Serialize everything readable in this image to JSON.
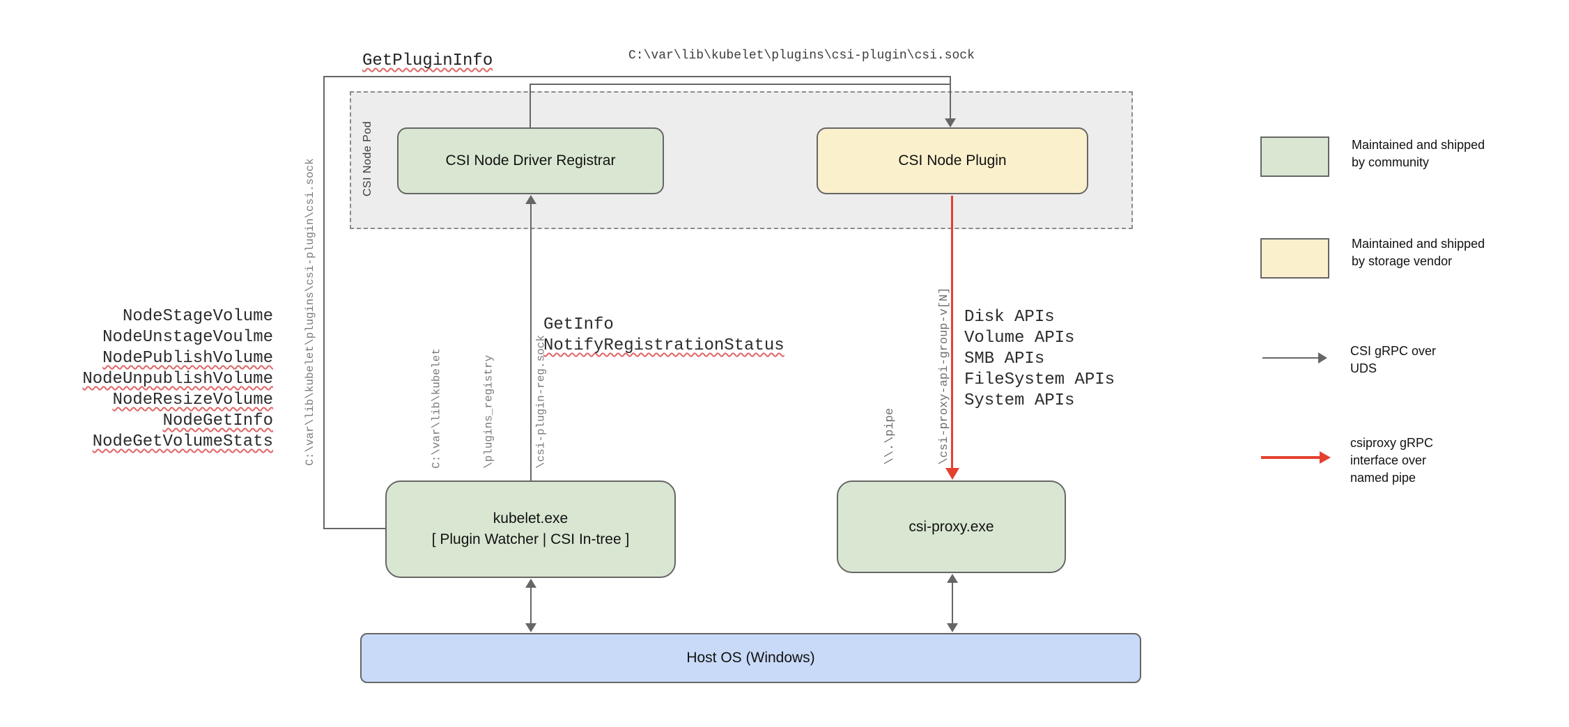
{
  "nodes": {
    "pod_label": "CSI Node Pod",
    "registrar": "CSI Node Driver Registrar",
    "plugin": "CSI Node Plugin",
    "kubelet": {
      "line1": "kubelet.exe",
      "line2": "[ Plugin Watcher | CSI In-tree ]"
    },
    "proxy": "csi-proxy.exe",
    "host": "Host OS (Windows)"
  },
  "edges": {
    "get_plugin_info": "GetPluginInfo",
    "csi_sock_top": "C:\\var\\lib\\kubelet\\plugins\\csi-plugin\\csi.sock",
    "csi_sock_left": "C:\\var\\lib\\kubelet\\plugins\\csi-plugin\\csi.sock",
    "node_calls": [
      "NodeStageVolume",
      "NodeUnstageVoulme",
      "NodePublishVolume",
      "NodeUnpublishVolume",
      "NodeResizeVolume",
      "NodeGetInfo",
      "NodeGetVolumeStats"
    ],
    "registration_path": [
      "C:\\var\\lib\\kubelet",
      "\\plugins_registry",
      "\\csi-plugin-reg.sock"
    ],
    "registration_calls": [
      "GetInfo",
      "NotifyRegistrationStatus"
    ],
    "pipe_path": [
      "\\\\.\\pipe",
      "\\csi-proxy-api-group-v[N]"
    ],
    "proxy_apis": [
      "Disk APIs",
      "Volume APIs",
      "SMB APIs",
      "FileSystem APIs",
      "System APIs"
    ]
  },
  "legend": {
    "community": [
      "Maintained and shipped",
      "by community"
    ],
    "vendor": [
      "Maintained and shipped",
      "by storage vendor"
    ],
    "uds": [
      "CSI gRPC over",
      "UDS"
    ],
    "named_pipe": [
      "csiproxy gRPC",
      "interface over",
      "named pipe"
    ]
  },
  "colors": {
    "community_green": "#d9e7d2",
    "vendor_yellow": "#fbf0cc",
    "host_blue": "#c9daf8",
    "pod_gray": "#ededed",
    "line_gray": "#666666",
    "pipe_red": "#e5402e",
    "squiggle_red": "#e06666"
  }
}
